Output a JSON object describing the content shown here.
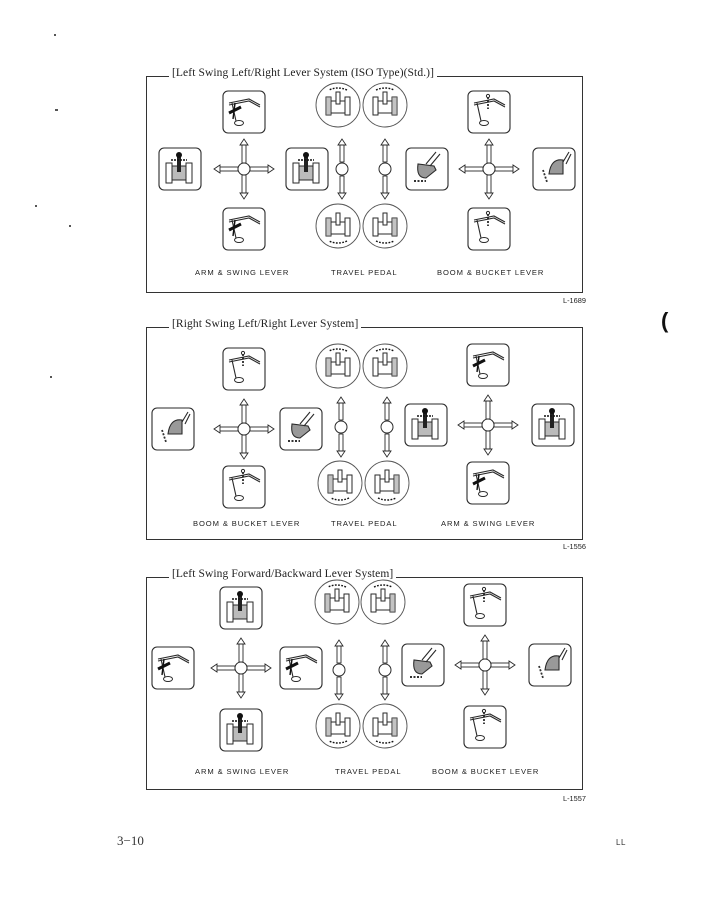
{
  "page": {
    "page_number": "3−10",
    "footer_mark": "LL",
    "edge_mark": "("
  },
  "panels": [
    {
      "title": "[Left Swing Left/Right Lever System (ISO Type)(Std.)]",
      "figure_id": "L-1689",
      "labels": [
        "ARM & SWING LEVER",
        "TRAVEL PEDAL",
        "BOOM & BUCKET LEVER"
      ],
      "left_lever": {
        "up": "arm-out",
        "down": "arm-in",
        "left": "swing-left",
        "right": "swing-right"
      },
      "right_lever": {
        "up": "boom-down",
        "down": "boom-up",
        "left": "bucket-dig",
        "right": "bucket-dump"
      }
    },
    {
      "title": "[Right Swing Left/Right Lever System]",
      "figure_id": "L-1556",
      "labels": [
        "BOOM & BUCKET LEVER",
        "TRAVEL PEDAL",
        "ARM & SWING LEVER"
      ],
      "left_lever": {
        "up": "boom-down",
        "down": "boom-up",
        "left": "bucket-dump",
        "right": "bucket-dig"
      },
      "right_lever": {
        "up": "arm-out",
        "down": "arm-in",
        "left": "swing-left",
        "right": "swing-right"
      }
    },
    {
      "title": "[Left Swing Forward/Backward Lever System]",
      "figure_id": "L-1557",
      "labels": [
        "ARM & SWING LEVER",
        "TRAVEL PEDAL",
        "BOOM & BUCKET LEVER"
      ],
      "left_lever": {
        "up": "swing-left",
        "down": "swing-right",
        "left": "arm-out",
        "right": "arm-in"
      },
      "right_lever": {
        "up": "boom-down",
        "down": "boom-up",
        "left": "bucket-dig",
        "right": "bucket-dump"
      }
    }
  ],
  "travel_pedals": {
    "up": [
      "travel-forward-left",
      "travel-forward-right"
    ],
    "down": [
      "travel-reverse-left",
      "travel-reverse-right"
    ]
  }
}
